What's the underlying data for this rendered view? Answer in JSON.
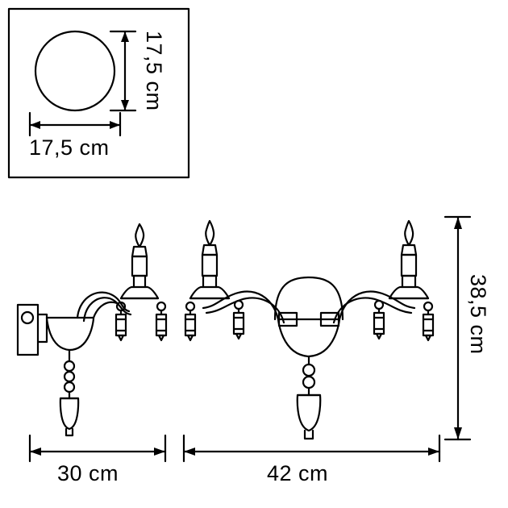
{
  "diagram": {
    "type": "technical-dimension-drawing",
    "subject": "wall sconce lamp",
    "dimensions": {
      "top_view_width": "17,5  cm",
      "top_view_height": "17,5 cm",
      "overall_height": "38,5 cm",
      "left_fixture_width": "30 cm",
      "right_fixture_width": "42 cm"
    },
    "colors": {
      "line": "#000000",
      "background": "#ffffff"
    }
  }
}
